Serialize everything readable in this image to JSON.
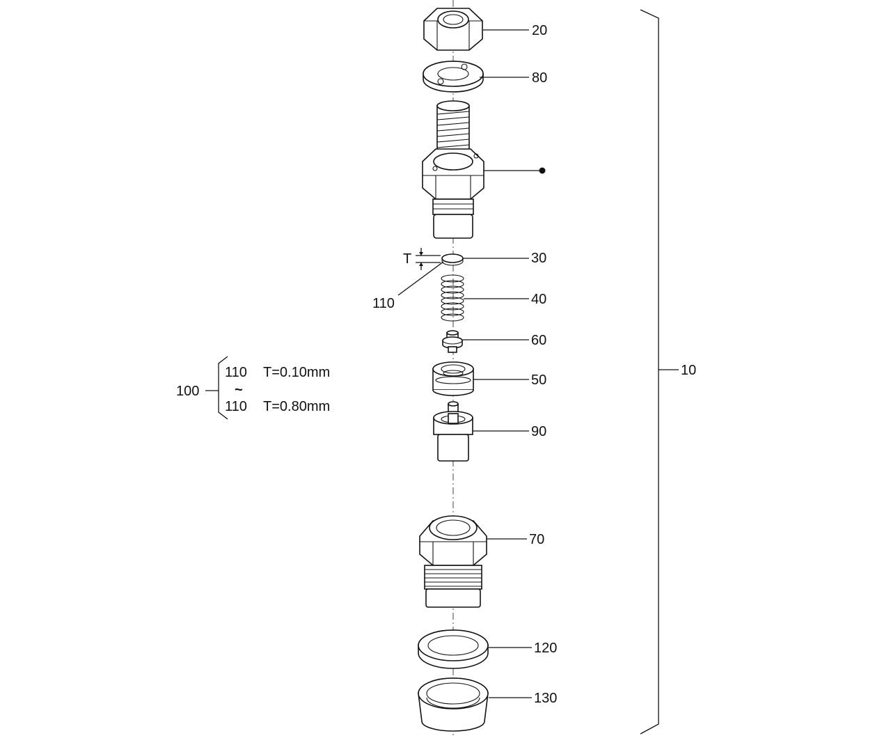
{
  "callouts": {
    "c20": "20",
    "c80": "80",
    "c30": "30",
    "c40": "40",
    "c60": "60",
    "c50": "50",
    "c90": "90",
    "c70": "70",
    "c120": "120",
    "c130": "130",
    "c110": "110",
    "c10": "10",
    "c100": "100",
    "t_symbol": "T"
  },
  "shim_table": {
    "row1_part": "110",
    "row1_spec": "T=0.10mm",
    "tilde": "~",
    "row2_part": "110",
    "row2_spec": "T=0.80mm"
  }
}
